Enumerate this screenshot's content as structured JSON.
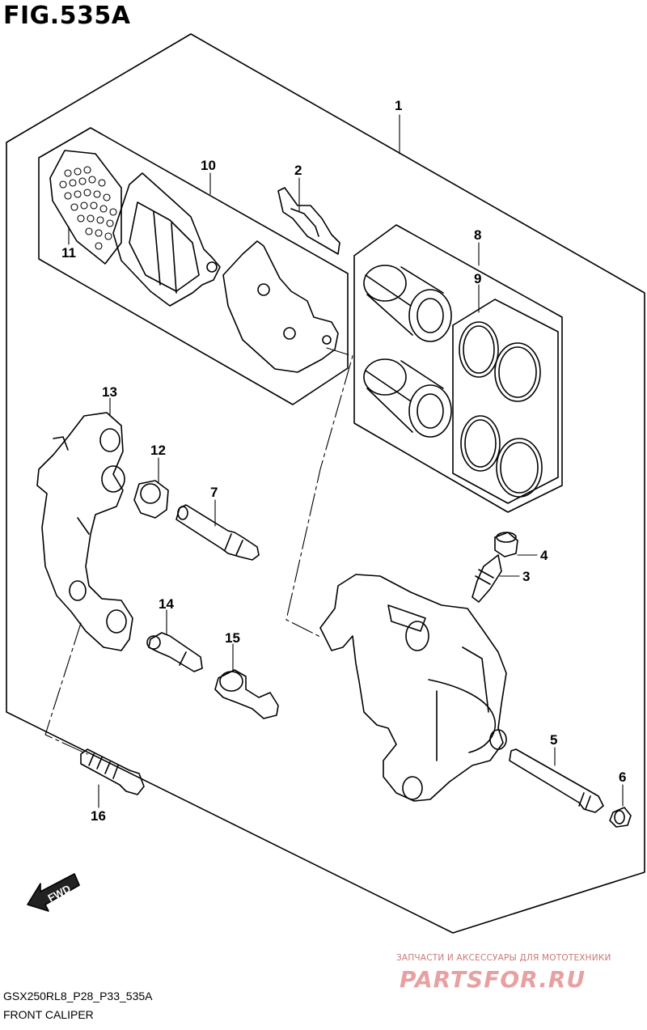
{
  "figure": {
    "title": "FIG.535A"
  },
  "callouts": [
    "1",
    "2",
    "3",
    "4",
    "5",
    "6",
    "7",
    "8",
    "9",
    "10",
    "11",
    "12",
    "13",
    "14",
    "15",
    "16"
  ],
  "direction_indicator": {
    "label": "FWD",
    "icon": "fwd-arrow-icon"
  },
  "footer": {
    "code": "GSX250RL8_P28_P33_535A",
    "name": "FRONT CALIPER"
  },
  "watermark": {
    "tagline": "ЗАПЧАСТИ И АКСЕССУАРЫ ДЛЯ МОТОТЕХНИКИ",
    "logo": "PARTSFOR.RU"
  },
  "colors": {
    "line": "#000000",
    "background": "#ffffff",
    "watermark": "#e8a0a0"
  }
}
